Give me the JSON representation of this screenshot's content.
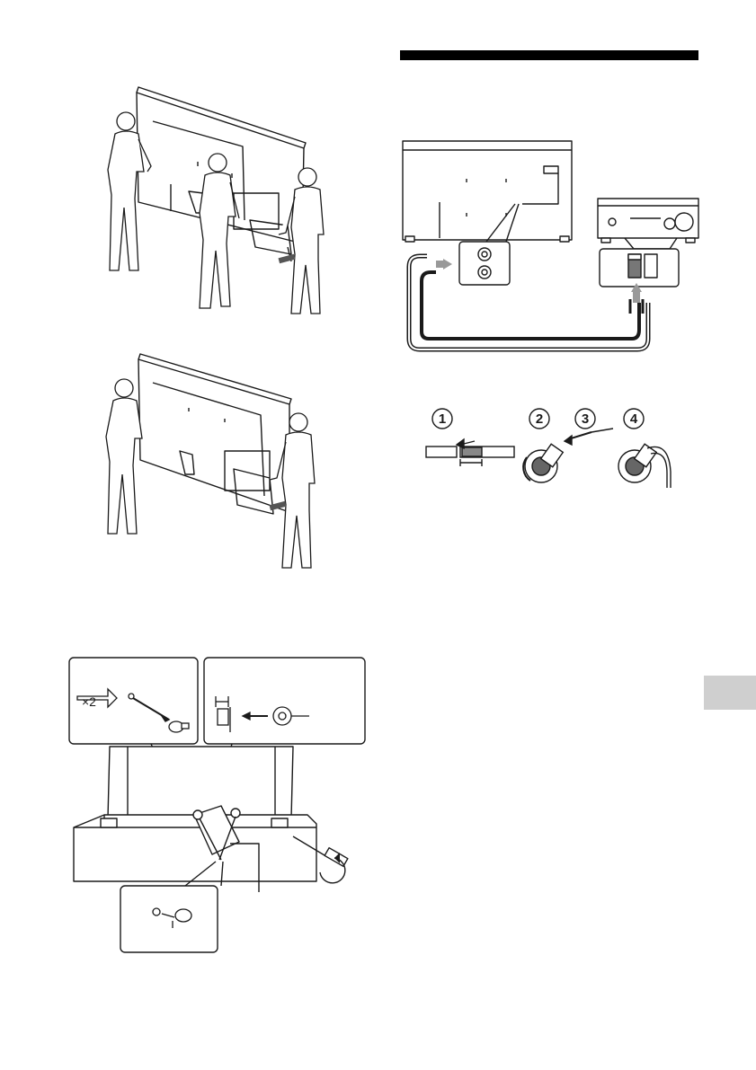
{
  "page": {
    "background": "#ffffff",
    "line_color": "#1a1a1a",
    "section_bar_color": "#000000",
    "side_tab_color": "#cfcfcf"
  },
  "figures": {
    "carry_four_people": {
      "icon": "people-carrying-tv"
    },
    "carry_two_people": {
      "icon": "people-carrying-tv"
    },
    "speaker_connection": {
      "icon": "tv-to-av-receiver-speaker-cable"
    },
    "wire_steps": {
      "step_labels": [
        "1",
        "2",
        "3",
        "4"
      ]
    },
    "wall_bracket": {
      "quantity_label": "×2"
    }
  }
}
